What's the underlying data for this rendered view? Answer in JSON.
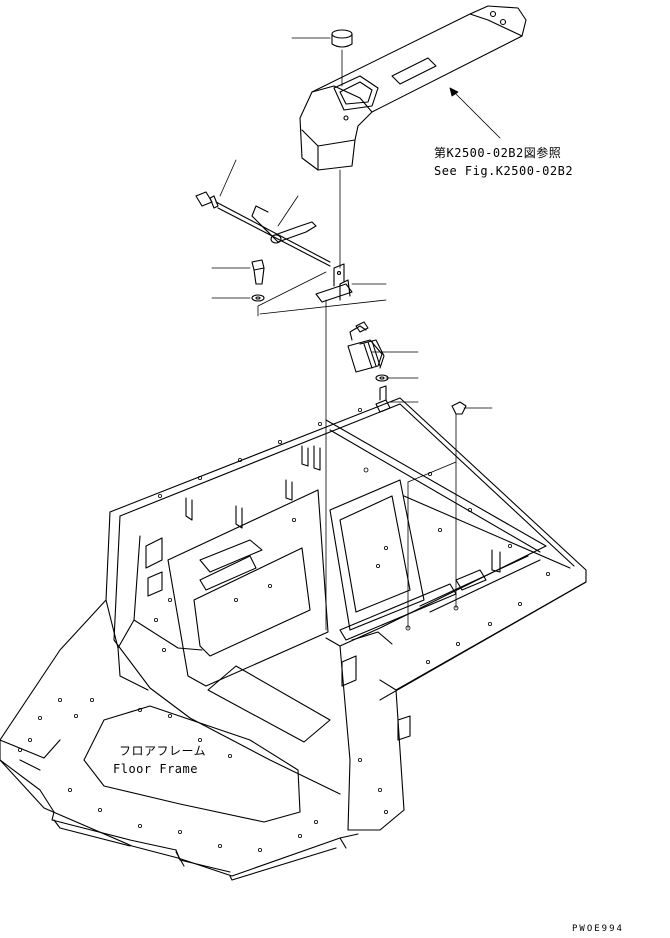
{
  "reference": {
    "japanese": "第K2500-02B2図参照",
    "english": "See Fig.K2500-02B2"
  },
  "floor_frame": {
    "japanese": "フロアフレーム",
    "english": "Floor Frame"
  },
  "drawing_code": "PWOE994"
}
